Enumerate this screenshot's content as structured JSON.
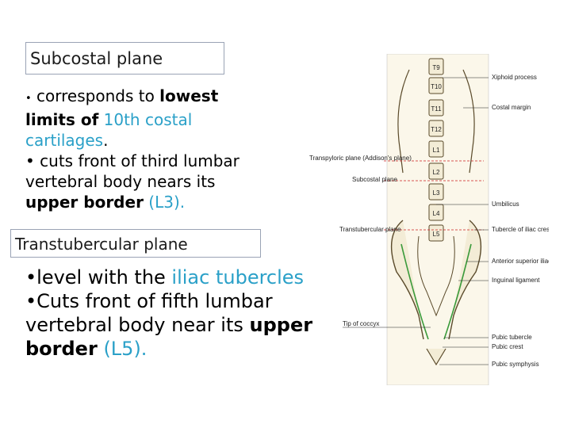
{
  "subcostal": {
    "heading": "Subcostal plane",
    "bullet": "•",
    "p1_a": " corresponds to ",
    "p1_b": "lowest limits of",
    "p1_c": "10th costal cartilages",
    "p1_d": ".",
    "p2_bullet": "•",
    "p2_a": "cuts front of third lumbar vertebral body nears its ",
    "p2_b": "upper border",
    "p2_c": "(L3)."
  },
  "transtubercular": {
    "heading": "Transtubercular plane",
    "l1_bullet": "•",
    "l1_a": "level with the ",
    "l1_b": "iliac tubercles",
    "l2_bullet": "•",
    "l2_a": "Cuts front of fifth lumbar vertebral body near its ",
    "l2_b": "upper border",
    "l2_c": "(L5)."
  },
  "figure": {
    "vertebrae": [
      "T9",
      "T10",
      "T11",
      "T12",
      "L1",
      "L2",
      "L3",
      "L4",
      "L5"
    ],
    "right_labels": [
      "Xiphoid process",
      "Costal margin",
      "Umbilicus",
      "Tubercle of iliac crest",
      "Anterior superior iliac spine",
      "Inguinal ligament",
      "Pubic tubercle",
      "Pubic crest",
      "Pubic symphysis"
    ],
    "left_labels": [
      "Transpyloric plane (Addison's plane)",
      "Subcostal plane",
      "Transtubercular plane",
      "Tip of coccyx"
    ],
    "colors": {
      "plane_line": "#cc2222",
      "inguinal": "#3a9a3a",
      "bone": "#f3ecd6",
      "bone_outline": "#5a4a2a"
    }
  }
}
